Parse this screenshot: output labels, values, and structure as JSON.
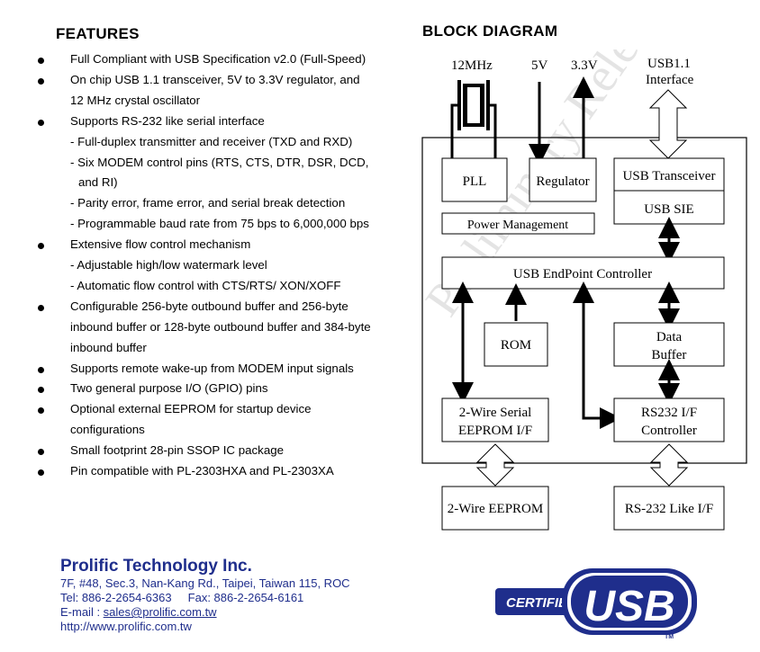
{
  "features": {
    "heading": "FEATURES",
    "lines": [
      {
        "bullet": true,
        "text": "Full Compliant with USB Specification v2.0 (Full-Speed)"
      },
      {
        "bullet": true,
        "text": "On chip USB 1.1 transceiver, 5V to 3.3V regulator, and"
      },
      {
        "bullet": false,
        "text": "12 MHz crystal oscillator"
      },
      {
        "bullet": true,
        "text": "Supports RS-232 like serial interface"
      },
      {
        "bullet": false,
        "text": "- Full-duplex transmitter and receiver (TXD and RXD)"
      },
      {
        "bullet": false,
        "text": "- Six MODEM control pins (RTS, CTS, DTR, DSR, DCD,"
      },
      {
        "bullet": false,
        "text": "  and RI)"
      },
      {
        "bullet": false,
        "text": "- Parity error, frame error, and serial break detection"
      },
      {
        "bullet": false,
        "text": "- Programmable baud rate from 75 bps to 6,000,000 bps"
      },
      {
        "bullet": true,
        "text": "Extensive flow control mechanism"
      },
      {
        "bullet": false,
        "text": "- Adjustable high/low watermark level"
      },
      {
        "bullet": false,
        "text": "- Automatic flow control with CTS/RTS/ XON/XOFF"
      },
      {
        "bullet": true,
        "text": "Configurable 256-byte outbound buffer and 256-byte"
      },
      {
        "bullet": false,
        "text": "inbound buffer or 128-byte outbound buffer and 384-byte"
      },
      {
        "bullet": false,
        "text": "inbound buffer"
      },
      {
        "bullet": true,
        "text": "Supports remote wake-up from MODEM input signals"
      },
      {
        "bullet": true,
        "text": "Two general purpose I/O (GPIO) pins"
      },
      {
        "bullet": true,
        "text": "Optional external EEPROM for startup device"
      },
      {
        "bullet": false,
        "text": "configurations"
      },
      {
        "bullet": true,
        "text": "Small footprint 28-pin SSOP IC package"
      },
      {
        "bullet": true,
        "text": "Pin compatible with PL-2303HXA and PL-2303XA"
      }
    ]
  },
  "block_diagram": {
    "heading": "BLOCK DIAGRAM",
    "labels": {
      "clk": "12MHz",
      "v5": "5V",
      "v33": "3.3V",
      "usb11_1": "USB1.1",
      "usb11_2": "Interface",
      "pll": "PLL",
      "regulator": "Regulator",
      "usb_transceiver": "USB Transceiver",
      "usb_sie": "USB SIE",
      "power_mgmt": "Power Management",
      "endpoint": "USB EndPoint Controller",
      "rom": "ROM",
      "data_buffer_1": "Data",
      "data_buffer_2": "Buffer",
      "eeprom_if_1": "2-Wire Serial",
      "eeprom_if_2": "EEPROM I/F",
      "rs232_ctrl_1": "RS232 I/F",
      "rs232_ctrl_2": "Controller",
      "eeprom_ext": "2-Wire EEPROM",
      "rs232_like": "RS-232 Like I/F"
    }
  },
  "footer": {
    "company": "Prolific Technology Inc.",
    "address": "7F, #48, Sec.3, Nan-Kang Rd., Taipei, Taiwan 115, ROC",
    "tel_fax": "Tel: 886-2-2654-6363     Fax: 886-2-2654-6161",
    "email_label": "E-mail : ",
    "email": "sales@prolific.com.tw",
    "website": "http://www.prolific.com.tw"
  },
  "logo": {
    "certified": "CERTIFIED",
    "usb": "USB",
    "tm": "TM",
    "color": "#1f2e8c"
  },
  "watermark": "Preliminary Release"
}
